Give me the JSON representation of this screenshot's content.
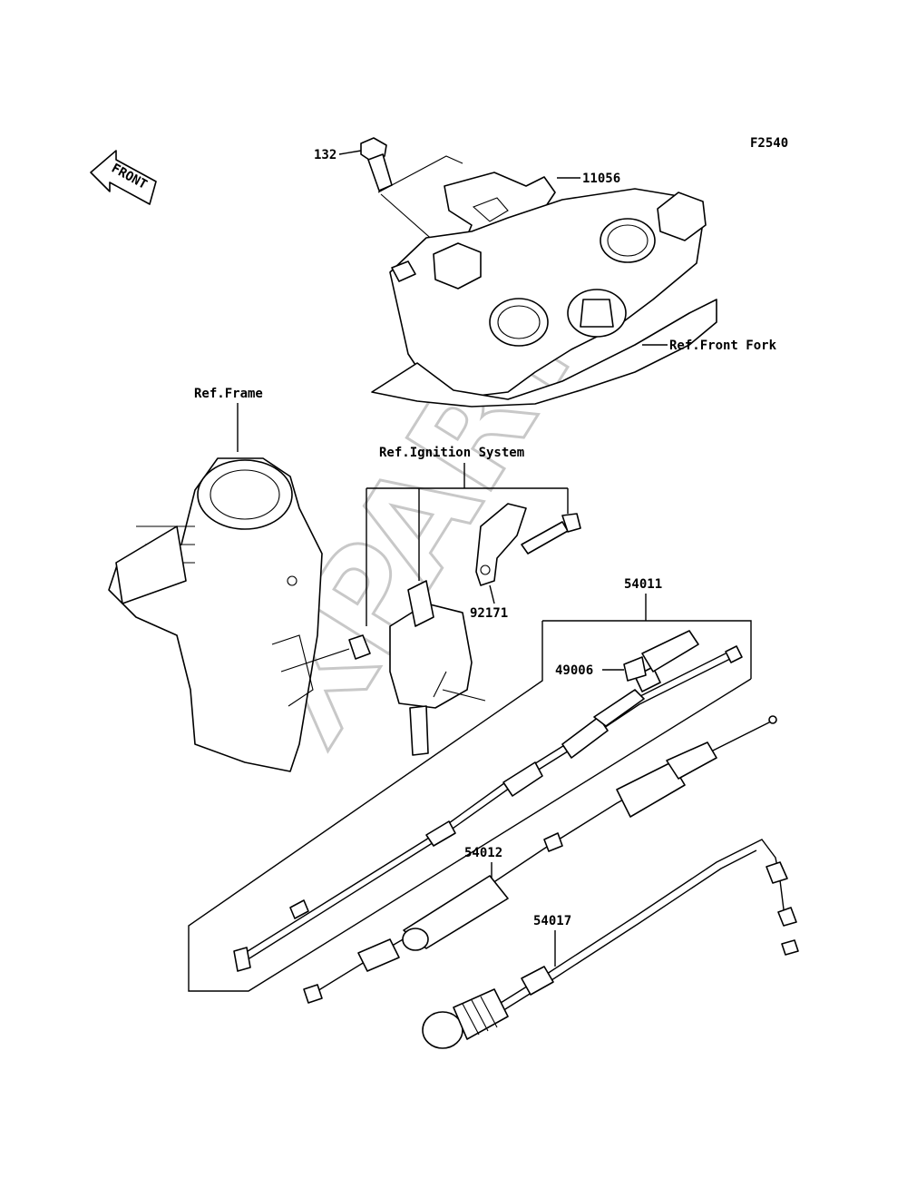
{
  "diagram": {
    "code": "F2540",
    "direction": "FRONT",
    "watermark": "XPARTS",
    "labels": {
      "p132": "132",
      "p11056": "11056",
      "ref_front_fork": "Ref.Front Fork",
      "ref_frame": "Ref.Frame",
      "ref_ignition": "Ref.Ignition System",
      "p92171": "92171",
      "p54011": "54011",
      "p49006": "49006",
      "p54012": "54012",
      "p54017": "54017"
    }
  }
}
